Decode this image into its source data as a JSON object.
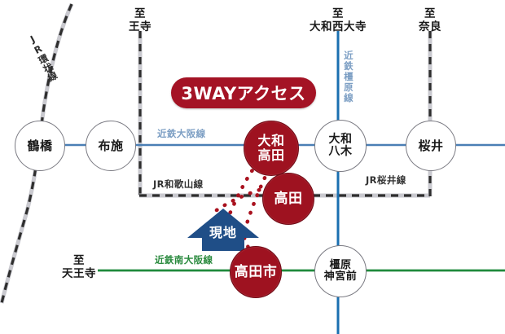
{
  "map": {
    "title": "3WAYアクセス",
    "banner_label": "3WAYアクセス",
    "site_marker_label": "現地",
    "colors": {
      "kintetsu_blue": "#4a7fb5",
      "kashihara_blue": "#1a6fb0",
      "minami_osaka_green": "#1f8a3c",
      "jr_line": "#3a3a3a",
      "station_red": "#9e1220",
      "banner_red": "#a41325",
      "site_arrow_navy": "#1f4e87",
      "route_dot_red": "#a9121f"
    }
  },
  "destinations": [
    {
      "name": "to-oji",
      "line1": "至",
      "line2": "王寺"
    },
    {
      "name": "to-yamato-saidaiji",
      "line1": "至",
      "line2": "大和西大寺"
    },
    {
      "name": "to-nara",
      "line1": "至",
      "line2": "奈良"
    },
    {
      "name": "to-tennoji",
      "line1": "至",
      "line2": "天王寺"
    }
  ],
  "rail_lines": [
    {
      "name": "jr-loop-line",
      "label": "JR環状線",
      "color": "#3a3a3a",
      "style": "dashed"
    },
    {
      "name": "kintetsu-osaka-line",
      "label": "近鉄大阪線",
      "color": "#7d9fc4",
      "style": "solid"
    },
    {
      "name": "kintetsu-kashihara-line",
      "label": "近鉄橿原線",
      "color": "#7d9fc4",
      "style": "solid"
    },
    {
      "name": "jr-wakayama-line",
      "label": "JR和歌山線",
      "color": "#333333",
      "style": "dashed"
    },
    {
      "name": "jr-sakurai-line",
      "label": "JR桜井線",
      "color": "#333333",
      "style": "dashed"
    },
    {
      "name": "kintetsu-minami-osaka-line",
      "label": "近鉄南大阪線",
      "color": "#2a8a3e",
      "style": "solid"
    }
  ],
  "stations": [
    {
      "name": "tsuruhashi",
      "label": "鶴橋",
      "lines": [
        "鶴橋"
      ],
      "type": "normal"
    },
    {
      "name": "fuse",
      "label": "布施",
      "lines": [
        "布施"
      ],
      "type": "normal"
    },
    {
      "name": "yamato-yagi",
      "label": "大和八木",
      "lines": [
        "大和",
        "八木"
      ],
      "type": "normal"
    },
    {
      "name": "sakurai",
      "label": "桜井",
      "lines": [
        "桜井"
      ],
      "type": "normal"
    },
    {
      "name": "kashiharajingu-mae",
      "label": "橿原神宮前",
      "lines": [
        "橿原",
        "神宮前"
      ],
      "type": "normal"
    },
    {
      "name": "yamato-takada",
      "label": "大和高田",
      "lines": [
        "大和",
        "高田"
      ],
      "type": "highlight"
    },
    {
      "name": "takada",
      "label": "高田",
      "lines": [
        "高田"
      ],
      "type": "highlight"
    },
    {
      "name": "takadashi",
      "label": "高田市",
      "lines": [
        "高田市"
      ],
      "type": "highlight"
    }
  ]
}
